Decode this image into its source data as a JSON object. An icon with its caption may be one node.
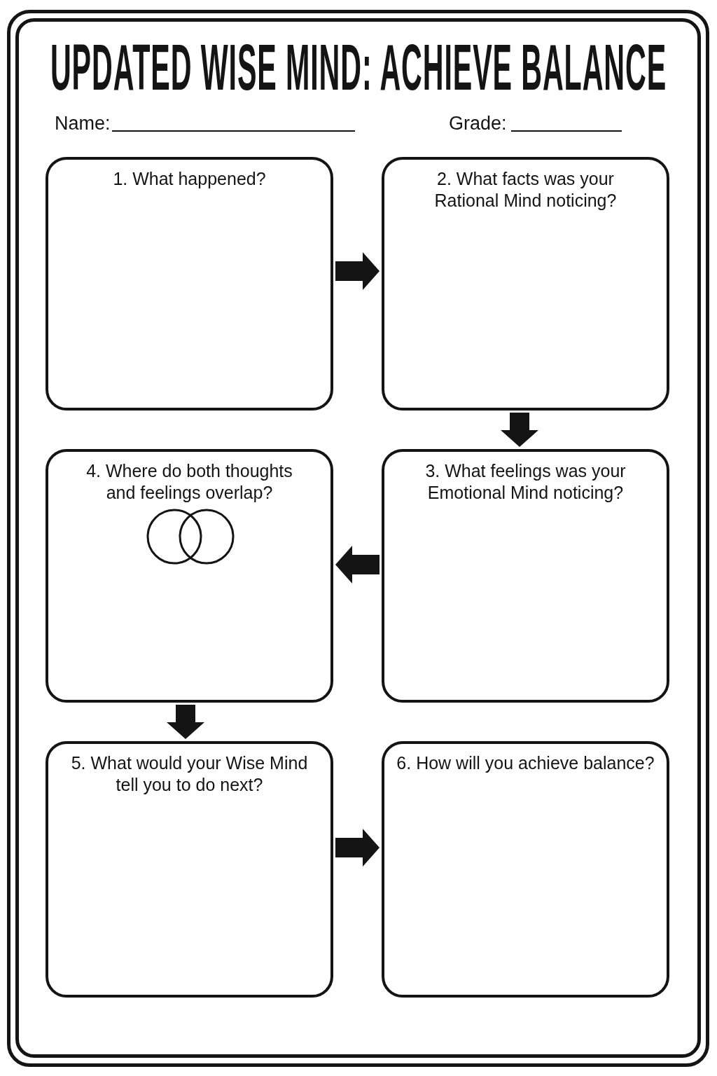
{
  "diagram": {
    "title": "UPDATED WISE MIND: ACHIEVE BALANCE",
    "nodes": [
      {
        "text": [
          "1. What happened?"
        ]
      },
      {
        "text": [
          "2. What facts was your Rational Mind noticing?"
        ]
      },
      {
        "text": [
          "4. Where do both thoughts and feelings overlap?"
        ]
      },
      {
        "text": [
          "3. What feelings was your Emotional Mind noticing?"
        ]
      },
      {
        "text": [
          "5. What would your Wise Mind tell you to do next?"
        ]
      },
      {
        "text": [
          "6. How will you achieve balance?"
        ]
      }
    ],
    "edges": [
      {
        "from": 0,
        "to": 1,
        "arrow": "to"
      },
      {
        "from": 1,
        "to": 3,
        "arrow": "to"
      },
      {
        "from": 3,
        "to": 2,
        "arrow": "to"
      },
      {
        "from": 2,
        "to": 4,
        "arrow": "to"
      },
      {
        "from": 4,
        "to": 5,
        "arrow": "to"
      }
    ],
    "labels": [
      "Name:",
      "Grade:"
    ]
  }
}
